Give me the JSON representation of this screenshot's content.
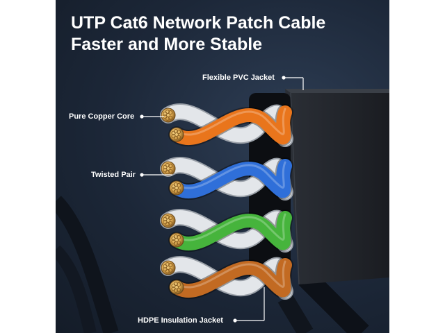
{
  "headline": {
    "line1": "UTP Cat6 Network Patch Cable",
    "line2": "Faster and More Stable"
  },
  "callouts": {
    "jacket": "Flexible PVC Jacket",
    "core": "Pure Copper Core",
    "twisted": "Twisted Pair",
    "insulation": "HDPE Insulation Jacket"
  },
  "pair_colors": [
    "#e9751c",
    "#2f6fd9",
    "#46b43c",
    "#c26a22"
  ],
  "colors": {
    "background": "#1c2738",
    "white_wire": "#e3e6ea",
    "copper": "#d9a650",
    "jacket": "#202329"
  }
}
